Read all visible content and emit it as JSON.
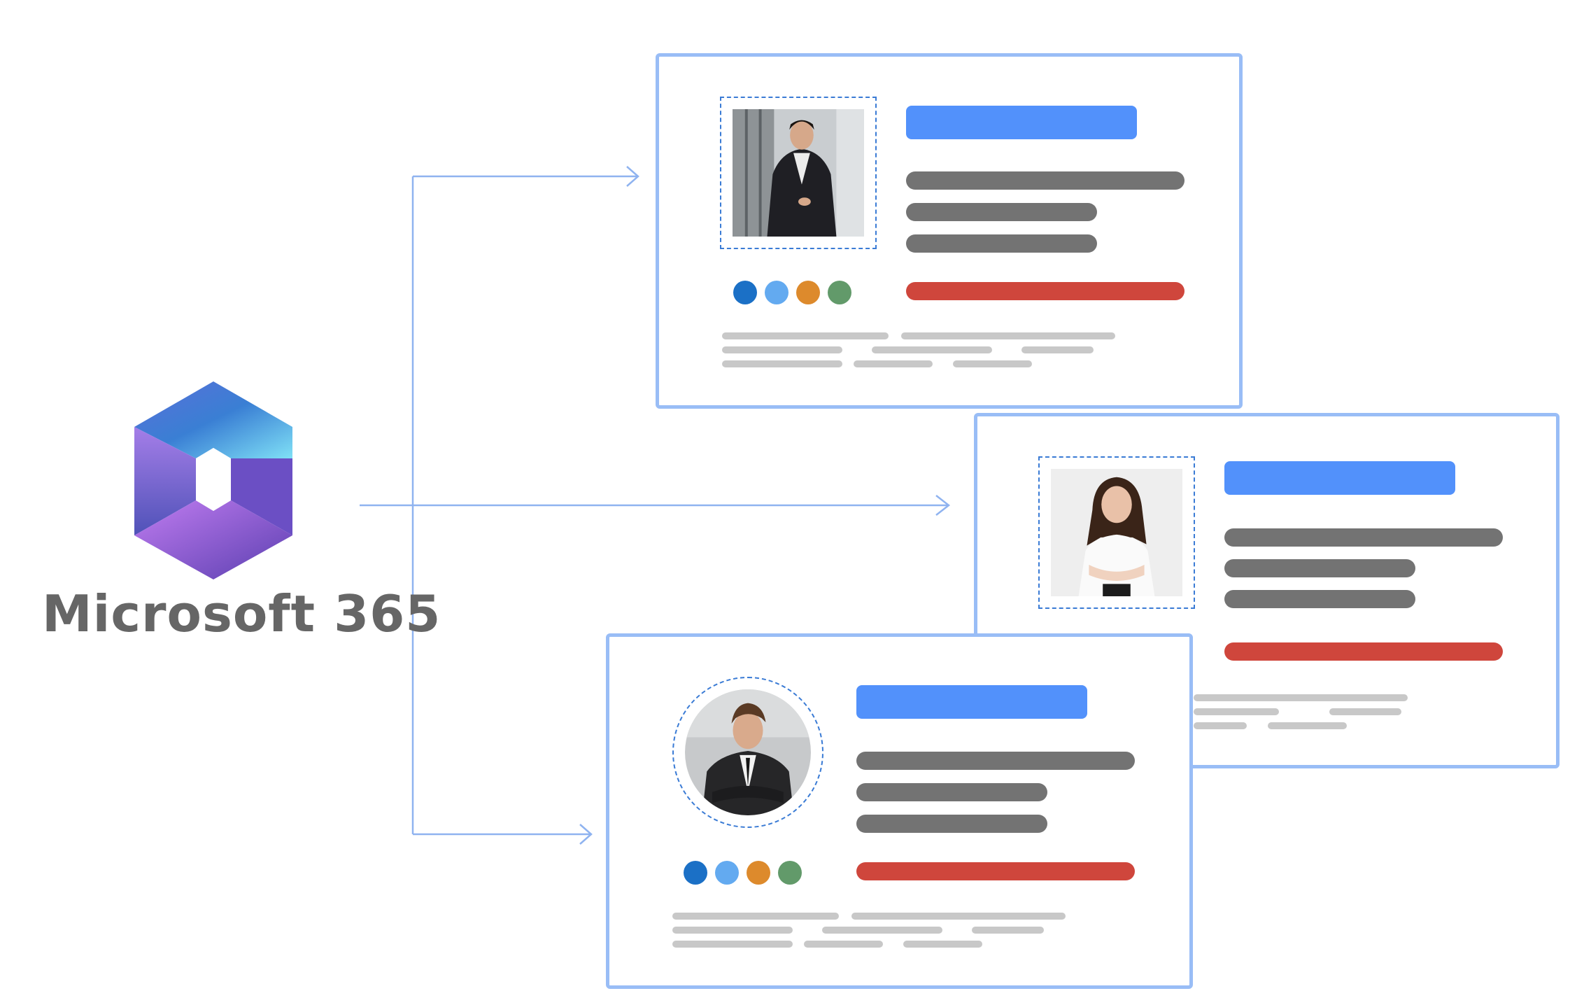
{
  "brand": {
    "name": "Microsoft 365"
  },
  "colors": {
    "card_border": "#99bdf6",
    "title_bar": "#5291fb",
    "text_bar": "#737373",
    "accent_bar": "#cf463c",
    "faint_line": "#c8c8c8",
    "connector": "#8fb3f0",
    "dot_colors": [
      "#1b70c6",
      "#63aaf0",
      "#dd8a2c",
      "#629a6a"
    ]
  },
  "cards": [
    {
      "id": "card-1",
      "photo_style": "square",
      "person": "man-in-dark-coat",
      "has_dots": true
    },
    {
      "id": "card-2",
      "photo_style": "square",
      "person": "woman-in-white-shirt",
      "has_dots": false
    },
    {
      "id": "card-3",
      "photo_style": "circle",
      "person": "man-in-suit",
      "has_dots": true
    }
  ],
  "icons": {
    "logo": "microsoft-365-logo-icon",
    "arrow": "arrow-right-icon"
  }
}
